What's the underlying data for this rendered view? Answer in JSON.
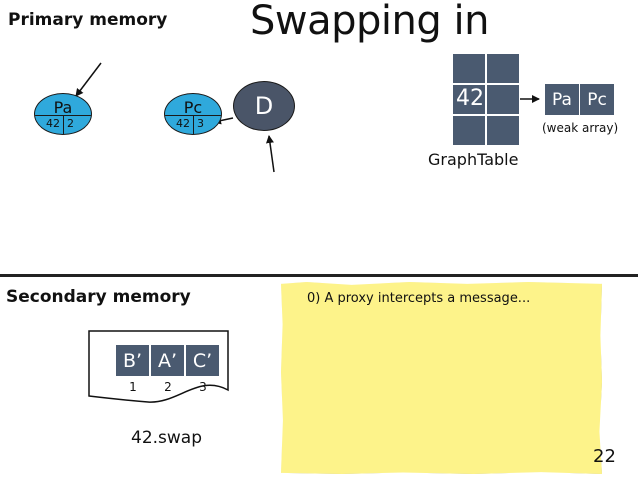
{
  "title": "Swapping in",
  "sections": {
    "primary": "Primary memory",
    "secondary": "Secondary memory"
  },
  "nodes": {
    "pa": {
      "label": "Pa",
      "left": "42",
      "right": "2"
    },
    "pc": {
      "label": "Pc",
      "left": "42",
      "right": "3"
    },
    "d": {
      "label": "D"
    }
  },
  "graph_table": {
    "entry": "42",
    "label": "GraphTable"
  },
  "weak_array": {
    "cells": [
      "Pa",
      "Pc"
    ],
    "caption": "(weak array)"
  },
  "note": {
    "text": "0) A proxy intercepts a message..."
  },
  "swap_file": {
    "cells": [
      "B’",
      "A’",
      "C’"
    ],
    "indices": [
      "1",
      "2",
      "3"
    ],
    "filename": "42.swap"
  },
  "page_number": "22",
  "colors": {
    "node_fill": "#2fa9dc",
    "dark_fill": "#4a5a70",
    "note_fill": "#fdf38a"
  }
}
